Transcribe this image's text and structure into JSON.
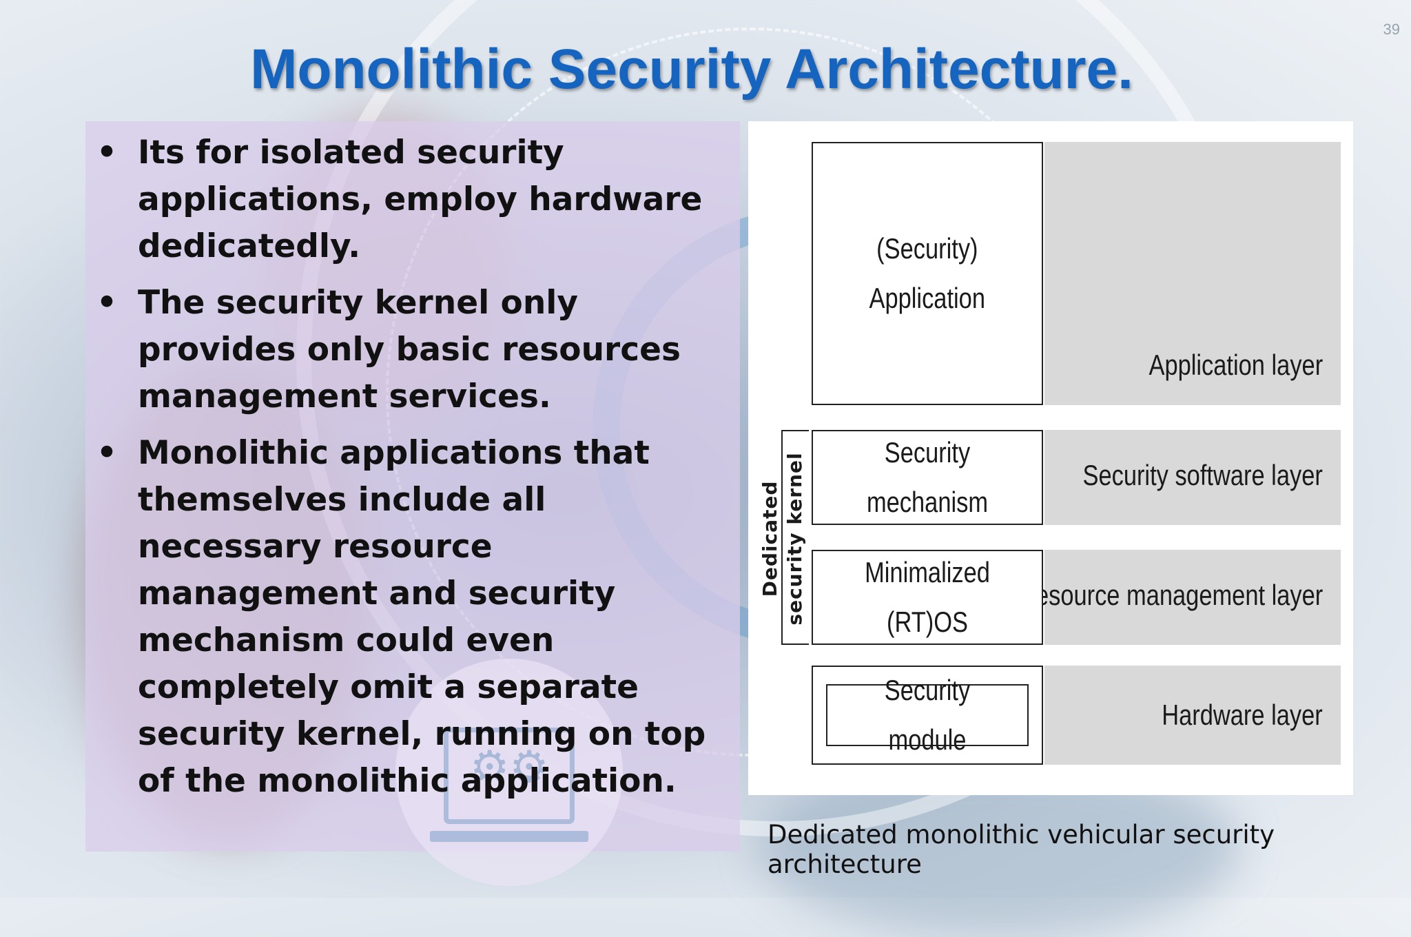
{
  "slide": {
    "page_number": "39",
    "title": "Monolithic Security Architecture."
  },
  "bullets": [
    "Its for isolated security applications, employ hardware dedicatedly.",
    "The security kernel only provides only basic resources management services.",
    "Monolithic applications that themselves include all necessary resource management and security mechanism could even completely omit a separate security kernel, running on top of the monolithic application."
  ],
  "bullet_symbol": "•",
  "diagram": {
    "app_box_line1": "(Security)",
    "app_box_line2": "Application",
    "mechanism_box": "Security mechanism",
    "rtos_box": "Minimalized (RT)OS",
    "module_box": "Security module",
    "layers": {
      "application": "Application layer",
      "security_software": "Security software layer",
      "resource_management": "Resource management layer",
      "hardware": "Hardware layer"
    },
    "kernel_label_line1": "Dedicated",
    "kernel_label_line2": "security kernel",
    "caption": "Dedicated monolithic vehicular security architecture"
  },
  "colors": {
    "title": "#1565c0",
    "panel": "#dacdeb",
    "layer_fill": "#d9d9d9"
  }
}
